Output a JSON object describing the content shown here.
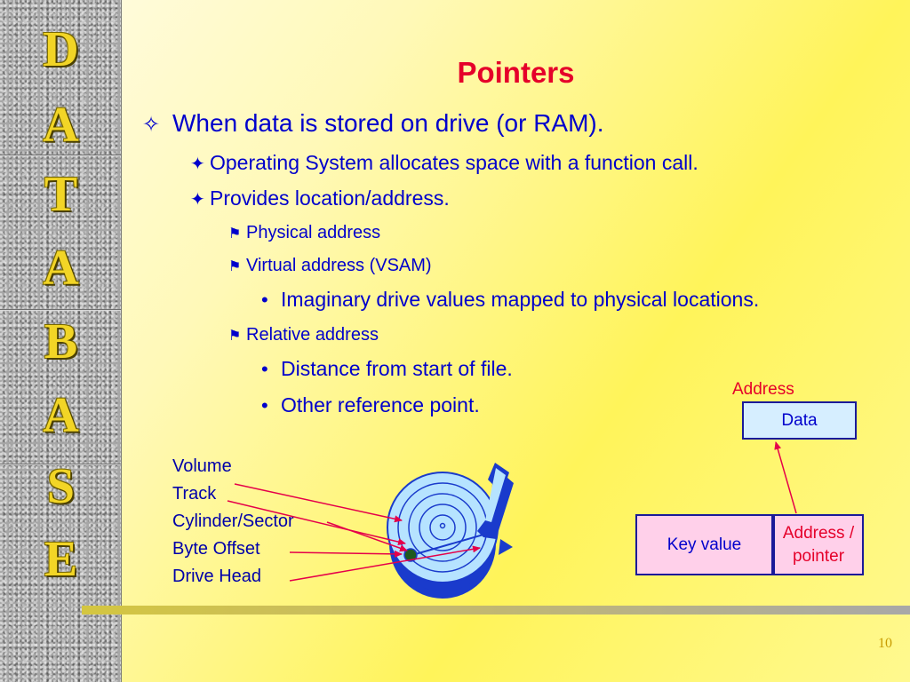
{
  "sidebar": {
    "letters": [
      "D",
      "A",
      "T",
      "A",
      "B",
      "A",
      "S",
      "E"
    ]
  },
  "title": "Pointers",
  "bullets": {
    "l1": {
      "mark": "✧",
      "text": "When data is stored on drive (or RAM)."
    },
    "l2a": {
      "mark": "✦",
      "text": "Operating System allocates space with a function call."
    },
    "l2b": {
      "mark": "✦",
      "text": "Provides location/address."
    },
    "l3a": {
      "mark": "⚑",
      "text": "Physical address"
    },
    "l3b": {
      "mark": "⚑",
      "text": "Virtual address (VSAM)"
    },
    "l4a": {
      "mark": "•",
      "text": "Imaginary drive values mapped to physical locations."
    },
    "l3c": {
      "mark": "⚑",
      "text": "Relative address"
    },
    "l4b": {
      "mark": "•",
      "text": "Distance from start of file."
    },
    "l4c": {
      "mark": "•",
      "text": "Other reference point."
    }
  },
  "disk_labels": [
    "Volume",
    "Track",
    "Cylinder/Sector",
    "Byte Offset",
    "Drive Head"
  ],
  "pointer_diagram": {
    "address_label": "Address",
    "data_box": "Data",
    "key_box": "Key value",
    "pointer_box_line1": "Address /",
    "pointer_box_line2": "pointer"
  },
  "page_number": "10",
  "colors": {
    "title": "#e5002a",
    "text": "#0000cc",
    "side_letter": "#f2d526",
    "data_box_fill": "#d6eeff",
    "key_box_fill": "#ffd0ea",
    "disk_blue": "#1a3bcc",
    "pointer_red": "#e5004a"
  }
}
